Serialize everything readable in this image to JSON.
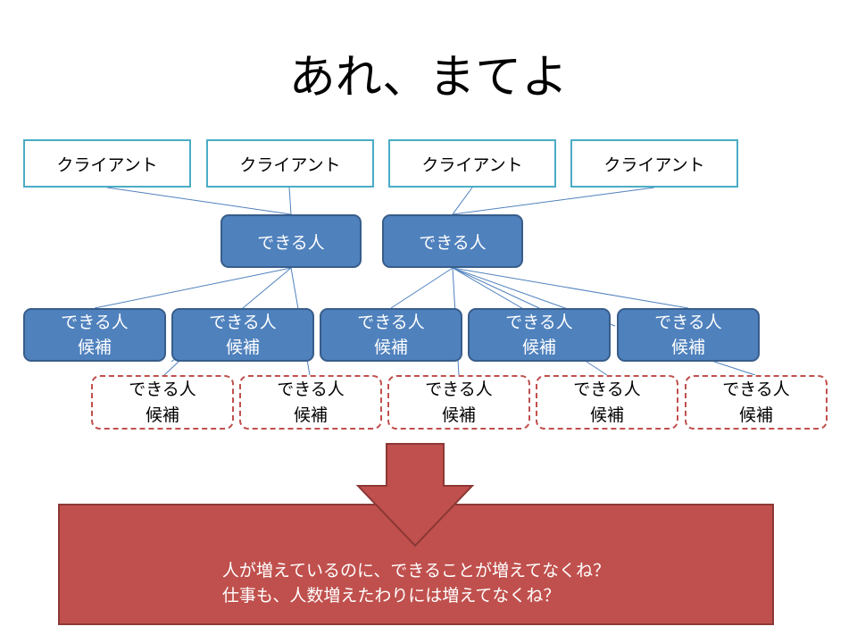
{
  "title": "あれ、まてよ",
  "clients": [
    {
      "label": "クライアント"
    },
    {
      "label": "クライアント"
    },
    {
      "label": "クライアント"
    },
    {
      "label": "クライアント"
    }
  ],
  "senior_workers": [
    {
      "label": "できる人"
    },
    {
      "label": "できる人"
    }
  ],
  "candidates": [
    {
      "line1": "できる人",
      "line2": "候補"
    },
    {
      "line1": "できる人",
      "line2": "候補"
    },
    {
      "line1": "できる人",
      "line2": "候補"
    },
    {
      "line1": "できる人",
      "line2": "候補"
    },
    {
      "line1": "できる人",
      "line2": "候補"
    }
  ],
  "trainees": [
    {
      "line1": "できる人",
      "line2": "候補"
    },
    {
      "line1": "できる人",
      "line2": "候補"
    },
    {
      "line1": "できる人",
      "line2": "候補"
    },
    {
      "line1": "できる人",
      "line2": "候補"
    },
    {
      "line1": "できる人",
      "line2": "候補"
    }
  ],
  "message": {
    "line1": "人が増えているのに、できることが増えてなくね？",
    "line2": "仕事も、人数増えたわりには増えてなくね？"
  },
  "colors": {
    "client_border": "#4bacc6",
    "worker_fill": "#4f81bd",
    "worker_border": "#385d8a",
    "trainee_border": "#c0504d",
    "message_fill": "#c0504d",
    "connector": "#4f81bd"
  }
}
